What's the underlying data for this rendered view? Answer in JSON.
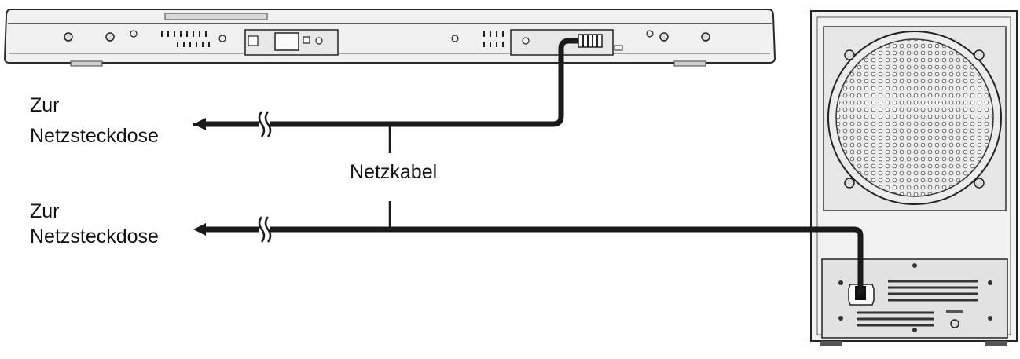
{
  "labels": {
    "outlet_top_line1": "Zur",
    "outlet_top_line2": "Netzsteckdose",
    "power_cable": "Netzkabel",
    "outlet_bottom_line1": "Zur",
    "outlet_bottom_line2": "Netzsteckdose"
  },
  "colors": {
    "cable": "#1a1a1a",
    "device_body": "#f2f2f2",
    "device_outline": "#333333",
    "panel_shade": "#e2e2e2"
  }
}
